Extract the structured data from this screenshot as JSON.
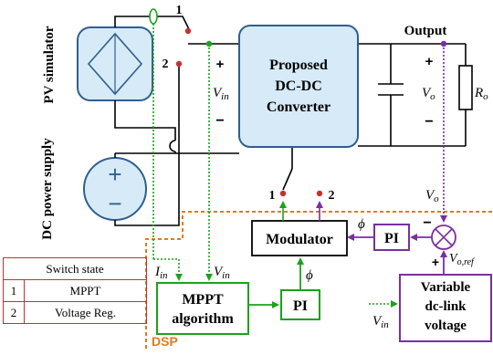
{
  "blocks": {
    "pv_label": "PV simulator",
    "dc_supply_label": "DC power supply",
    "converter_line1": "Proposed",
    "converter_line2": "DC-DC",
    "converter_line3": "Converter",
    "modulator": "Modulator",
    "pi": "PI",
    "mppt_line1": "MPPT",
    "mppt_line2": "algorithm",
    "variable_line1": "Variable",
    "variable_line2": "dc-link",
    "variable_line3": "voltage",
    "dsp": "DSP"
  },
  "labels": {
    "output": "Output",
    "switch_pos_1": "1",
    "switch_pos_2": "2",
    "plus": "+",
    "minus": "−",
    "v_in": "V",
    "v_in_sub": "in",
    "i_in": "I",
    "i_in_sub": "in",
    "v_o": "V",
    "v_o_sub": "o",
    "v_oref_sub": "o,ref",
    "r_o": "R",
    "r_o_sub": "o",
    "phi": "ϕ"
  },
  "switch_table": {
    "header": "Switch state",
    "rows": [
      {
        "num": "1",
        "mode": "MPPT"
      },
      {
        "num": "2",
        "mode": "Voltage Reg."
      }
    ]
  },
  "colors": {
    "converter_fill": "#d6eaf8",
    "converter_stroke": "#2e5f8f",
    "green": "#1aa31a",
    "purple": "#7a2fa0",
    "dsp_border": "#e07b1a",
    "switch_red": "#c9302c",
    "wire": "#000000",
    "pv_fill": "#d6eaf8"
  }
}
